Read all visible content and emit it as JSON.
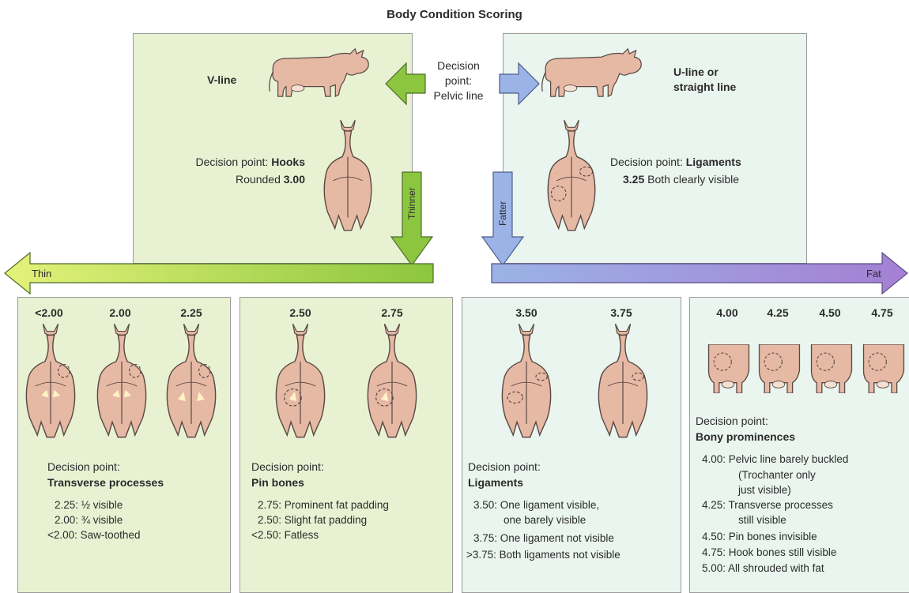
{
  "title": "Body Condition Scoring",
  "top_left": {
    "line_label": "V-line",
    "decision_prefix": "Decision point: ",
    "decision_bold": "Hooks",
    "result_text": "Rounded ",
    "result_bold": "3.00"
  },
  "center": {
    "decision_lines": [
      "Decision",
      "point:",
      "Pelvic line"
    ]
  },
  "top_right": {
    "line_label_1": "U-line or",
    "line_label_2": "straight line",
    "decision_prefix": "Decision point: ",
    "decision_bold": "Ligaments",
    "result_bold": "3.25",
    "result_text": " Both clearly visible"
  },
  "arrows": {
    "thinner": "Thinner",
    "fatter": "Fatter",
    "thin": "Thin",
    "fat": "Fat"
  },
  "colors": {
    "green_panel": "#e8f2d3",
    "blue_panel": "#e9f5ee",
    "green_arrow": "#8cc63f",
    "blue_arrow": "#9bb3e6",
    "purple_arrow": "#a57fd3",
    "cow": "#e6b9a5"
  },
  "bottom": [
    {
      "scores": [
        "<2.00",
        "2.00",
        "2.25"
      ],
      "decision_label": "Decision point:",
      "decision_bold": "Transverse processes",
      "items": [
        "2.25: ½ visible",
        "2.00: ¾ visible",
        "<2.00: Saw-toothed"
      ]
    },
    {
      "scores": [
        "2.50",
        "2.75"
      ],
      "decision_label": "Decision point:",
      "decision_bold": "Pin bones",
      "items": [
        "2.75: Prominent fat padding",
        "2.50: Slight fat padding",
        "<2.50: Fatless"
      ]
    },
    {
      "scores": [
        "3.50",
        "3.75"
      ],
      "decision_label": "Decision point:",
      "decision_bold": "Ligaments",
      "items": [
        "3.50: One ligament visible,",
        "one barely visible",
        "3.75: One ligament not visible",
        ">3.75: Both ligaments not visible"
      ]
    },
    {
      "scores": [
        "4.00",
        "4.25",
        "4.50",
        "4.75"
      ],
      "decision_label": "Decision point:",
      "decision_bold": "Bony prominences",
      "items": [
        "4.00: Pelvic line barely buckled",
        "(Trochanter only",
        "just visible)",
        "4.25: Transverse processes",
        "still visible",
        "4.50: Pin bones invisible",
        "4.75: Hook bones still visible",
        "5.00: All shrouded with fat"
      ]
    }
  ]
}
